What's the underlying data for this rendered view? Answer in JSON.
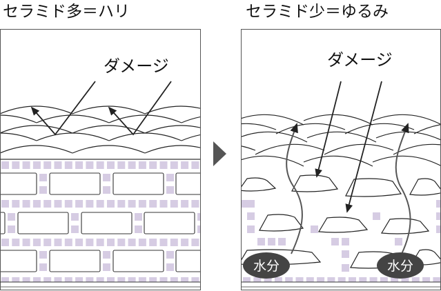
{
  "left": {
    "title": "セラミド多＝ハリ",
    "damage_label": "ダメージ"
  },
  "right": {
    "title": "セラミド少＝ゆるみ",
    "damage_label": "ダメージ",
    "moisture_labels": [
      "水分",
      "水分"
    ]
  },
  "colors": {
    "ceramide": "#d6cce3",
    "line": "#222222",
    "moisture_badge": "#444444",
    "arrow": "#555555"
  }
}
